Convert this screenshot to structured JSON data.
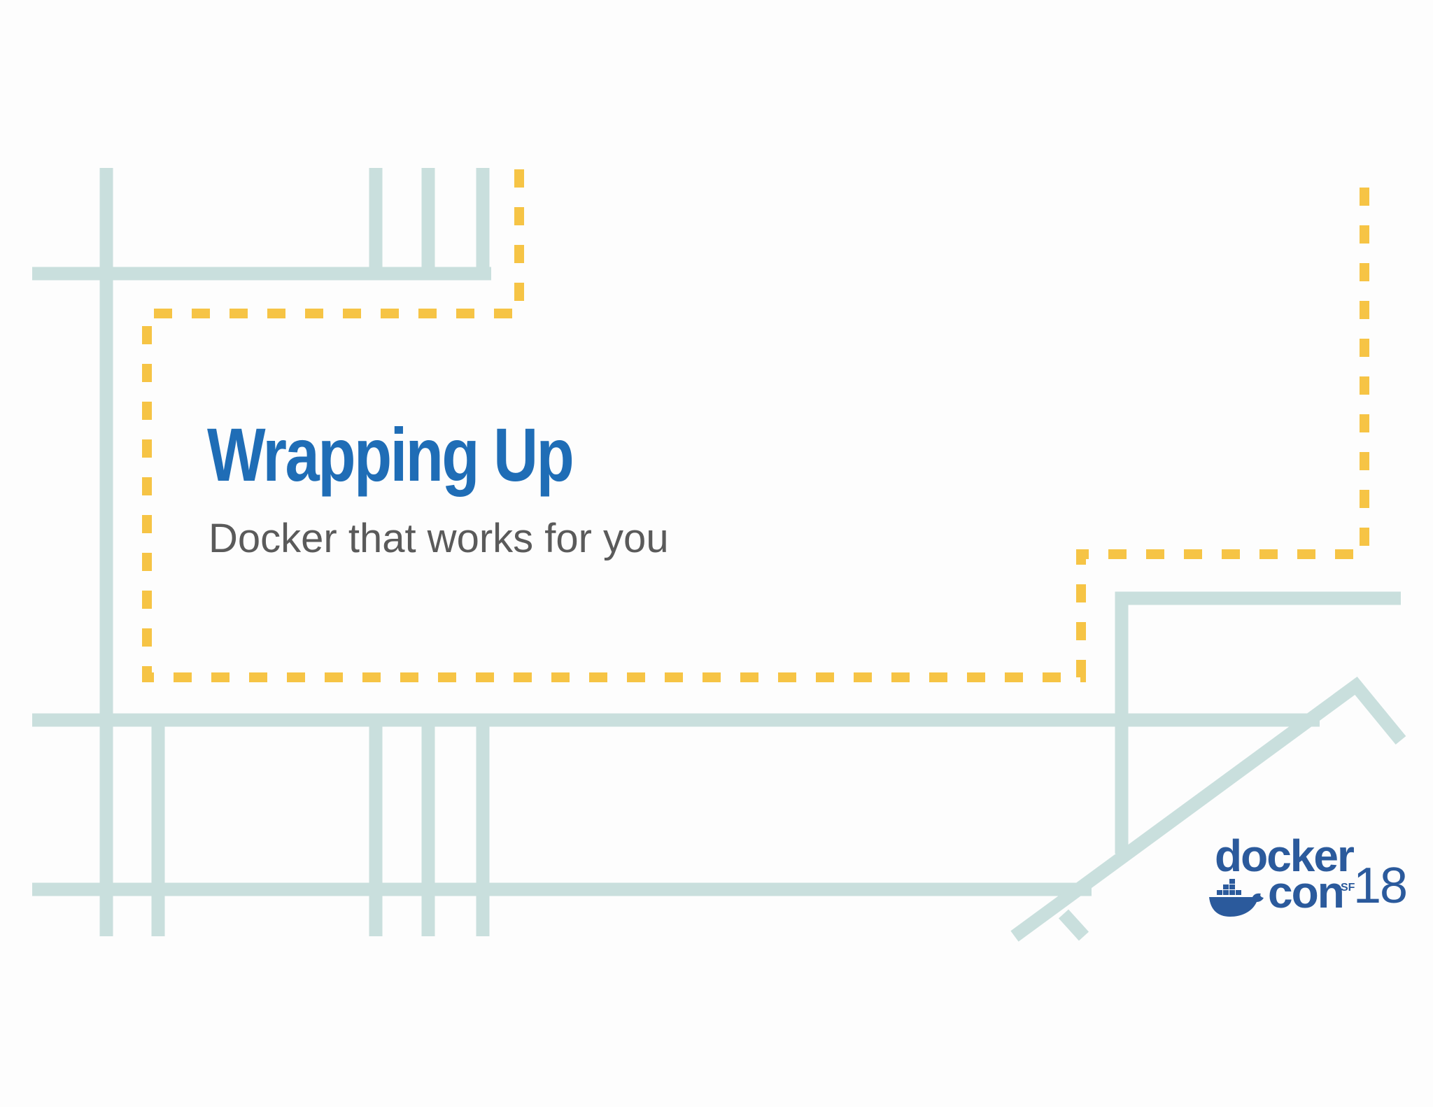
{
  "slide": {
    "title": "Wrapping Up",
    "subtitle": "Docker that works for you"
  },
  "logo": {
    "word1": "docker",
    "word2": "con",
    "location": "SF",
    "year": "18",
    "icon": "docker-whale-icon"
  },
  "colors": {
    "title": "#1f6db6",
    "subtitle": "#5a5a5a",
    "track_lines": "#c9dfdd",
    "dashed_path": "#f6c445",
    "logo": "#2b5a9c",
    "background": "#fdfdfd"
  }
}
